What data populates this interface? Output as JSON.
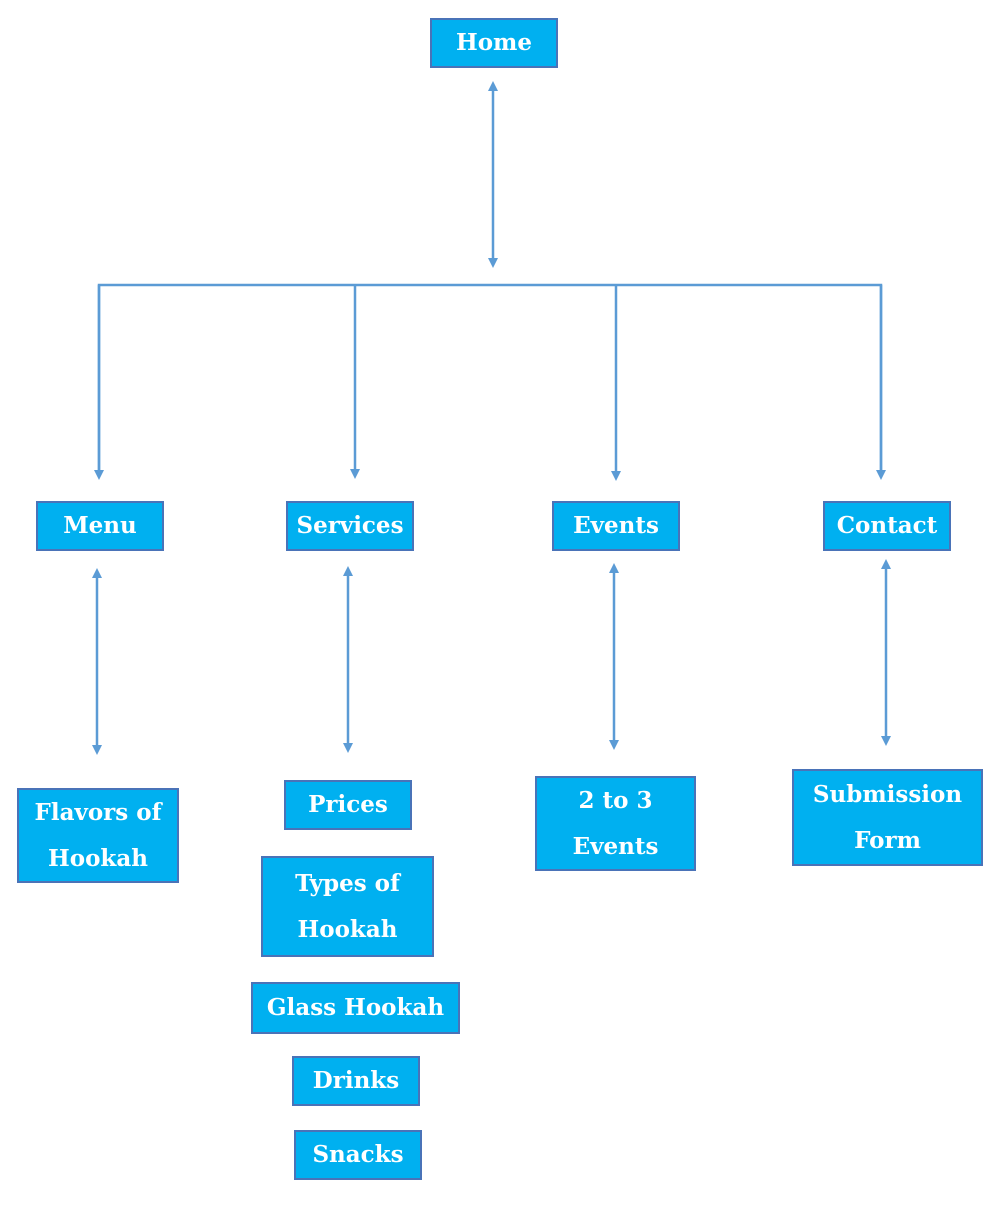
{
  "diagram": {
    "line_color": "#5b9bd5",
    "box_fill": "#00b0f0",
    "box_border": "#4a73b8",
    "text_color": "#ffffff",
    "nodes": {
      "home": "Home",
      "menu": "Menu",
      "services": "Services",
      "events": "Events",
      "contact": "Contact",
      "flavors": "Flavors of\nHookah",
      "prices": "Prices",
      "types": "Types of\nHookah",
      "glass": "Glass Hookah",
      "drinks": "Drinks",
      "snacks": "Snacks",
      "events_count": "2 to 3\nEvents",
      "submission": "Submission\nForm"
    }
  }
}
